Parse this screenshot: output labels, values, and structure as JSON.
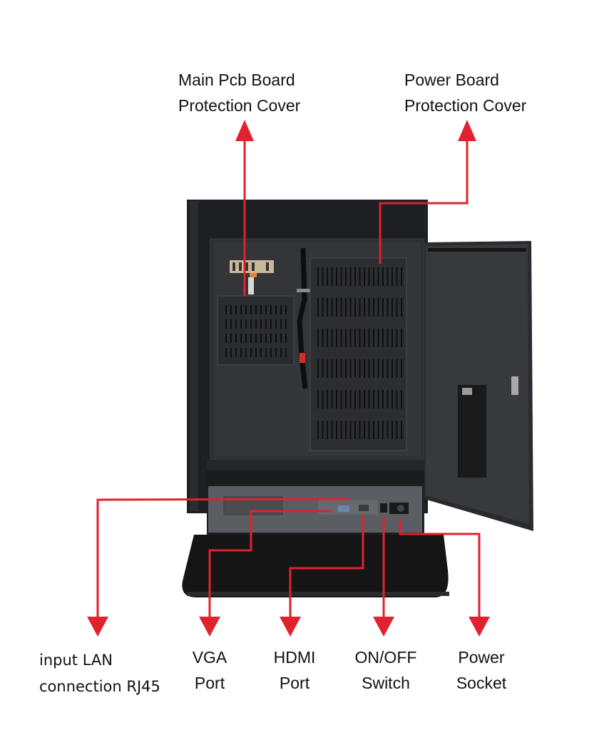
{
  "diagram": {
    "title": "Kiosk cabinet rear view callouts",
    "accent_color": "#e0222e",
    "top_labels": [
      {
        "id": "main-pcb",
        "line1": "Main Pcb Board",
        "line2": "Protection Cover"
      },
      {
        "id": "power-board",
        "line1": "Power Board",
        "line2": "Protection Cover"
      }
    ],
    "bottom_labels": [
      {
        "id": "lan",
        "line1": "input LAN",
        "line2": "connection RJ45"
      },
      {
        "id": "vga",
        "line1": "VGA",
        "line2": "Port"
      },
      {
        "id": "hdmi",
        "line1": "HDMI",
        "line2": "Port"
      },
      {
        "id": "switch",
        "line1": "ON/OFF",
        "line2": "Switch"
      },
      {
        "id": "socket",
        "line1": "Power",
        "line2": "Socket"
      }
    ]
  }
}
